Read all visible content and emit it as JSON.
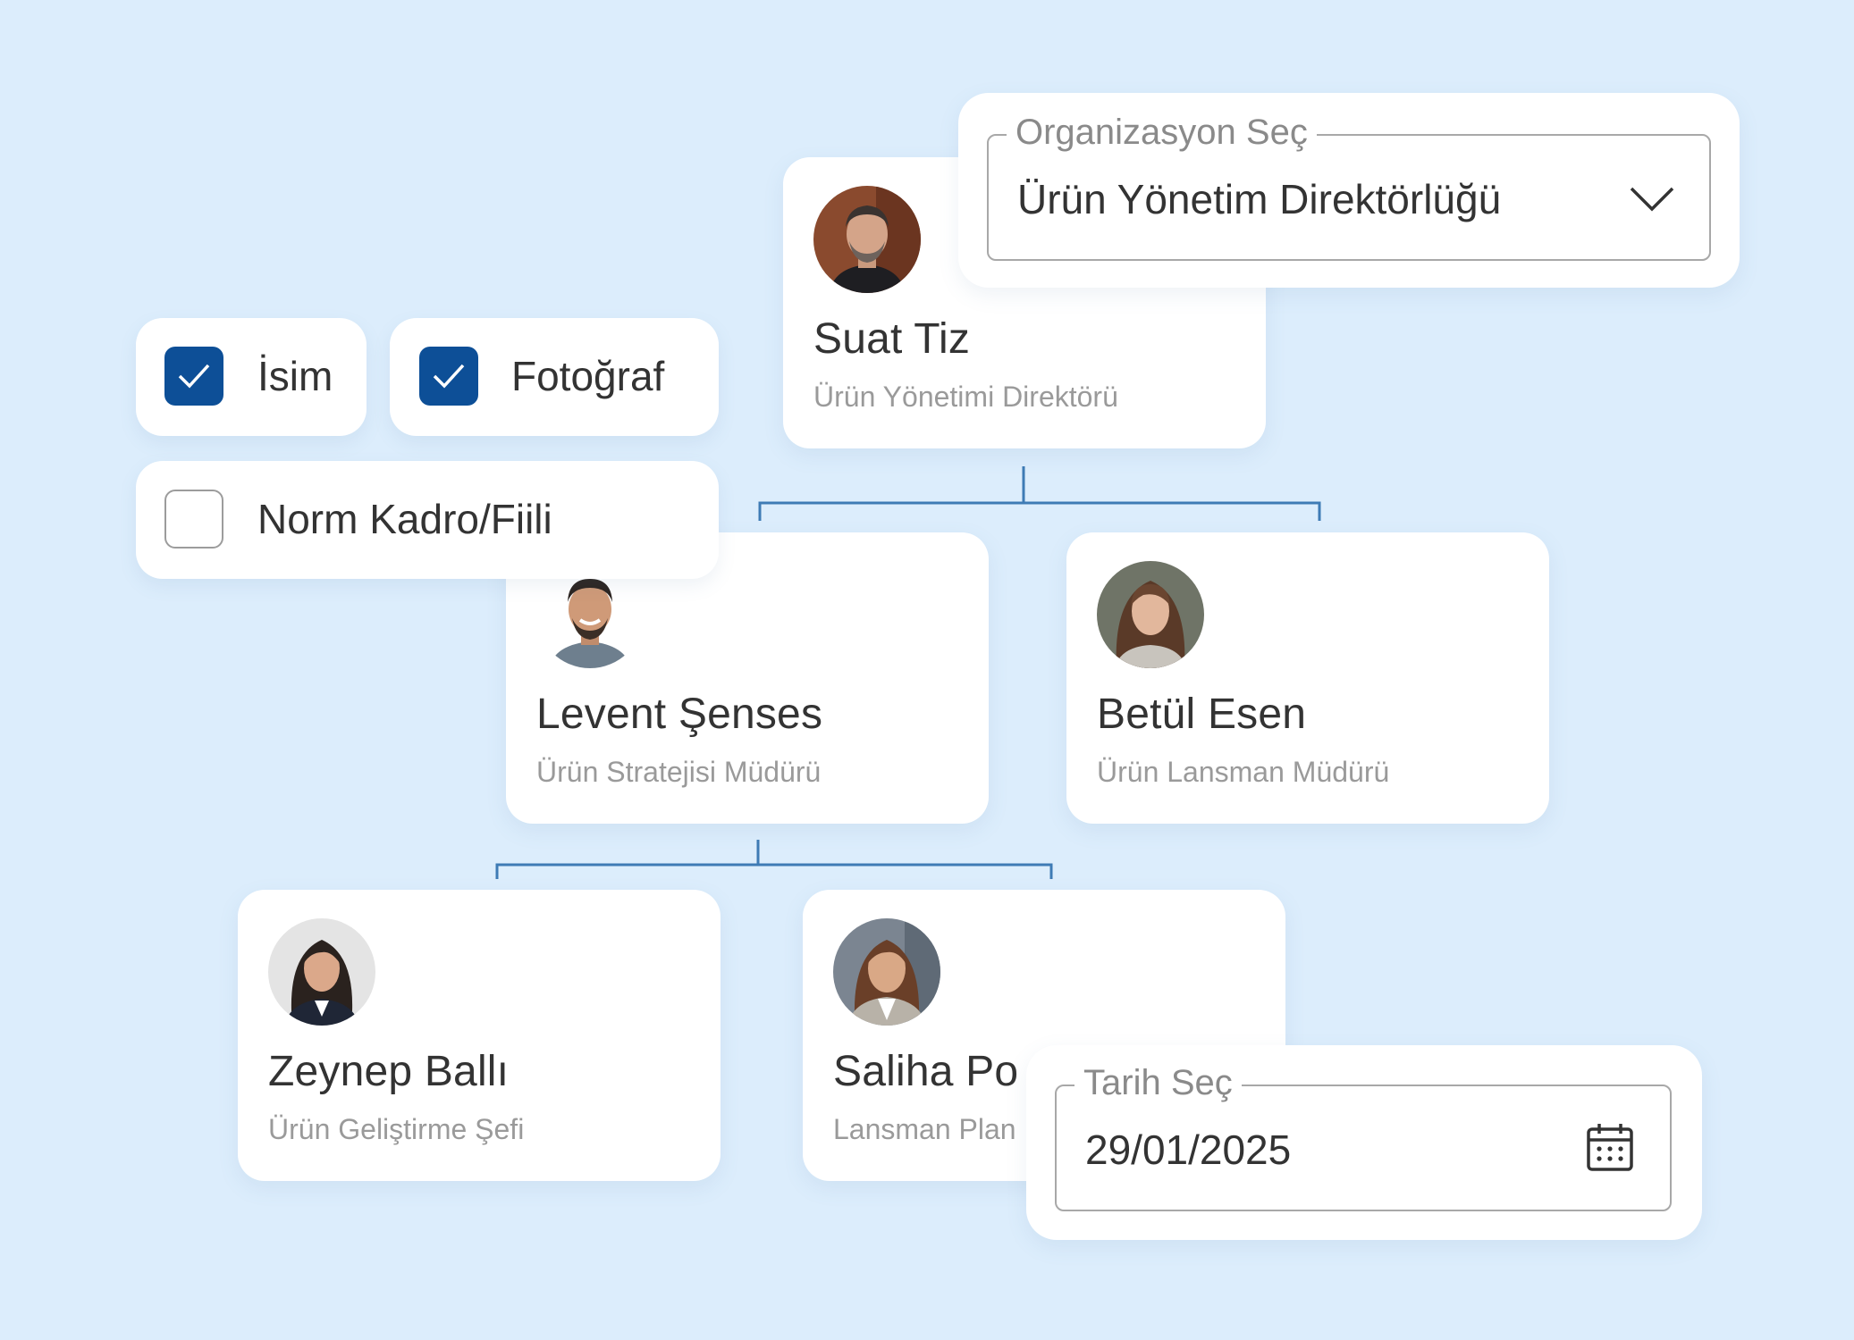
{
  "colors": {
    "background": "#dcedfc",
    "accent": "#0d4f97",
    "connector": "#3e7bb5"
  },
  "org": {
    "root": {
      "name": "Suat Tiz",
      "title": "Ürün Yönetimi Direktörü",
      "avatar": "avatar-man-beard"
    },
    "level2": [
      {
        "name": "Levent Şenses",
        "title": "Ürün Stratejisi Müdürü",
        "avatar": "avatar-man-smiling"
      },
      {
        "name": "Betül Esen",
        "title": "Ürün Lansman Müdürü",
        "avatar": "avatar-woman-brown-hair"
      }
    ],
    "level3": [
      {
        "name": "Zeynep Ballı",
        "title": "Ürün Geliştirme Şefi",
        "avatar": "avatar-woman-dark-hair"
      },
      {
        "name": "Saliha Po",
        "title": "Lansman Plan",
        "avatar": "avatar-woman-blazer"
      }
    ]
  },
  "filters": {
    "name_label": "İsim",
    "name_checked": true,
    "photo_label": "Fotoğraf",
    "photo_checked": true,
    "norm_label": "Norm Kadro/Fiili",
    "norm_checked": false
  },
  "org_select": {
    "label": "Organizasyon Seç",
    "value": "Ürün Yönetim Direktörlüğü",
    "icon": "chevron-down-icon"
  },
  "date_select": {
    "label": "Tarih Seç",
    "value": "29/01/2025",
    "icon": "calendar-icon"
  }
}
